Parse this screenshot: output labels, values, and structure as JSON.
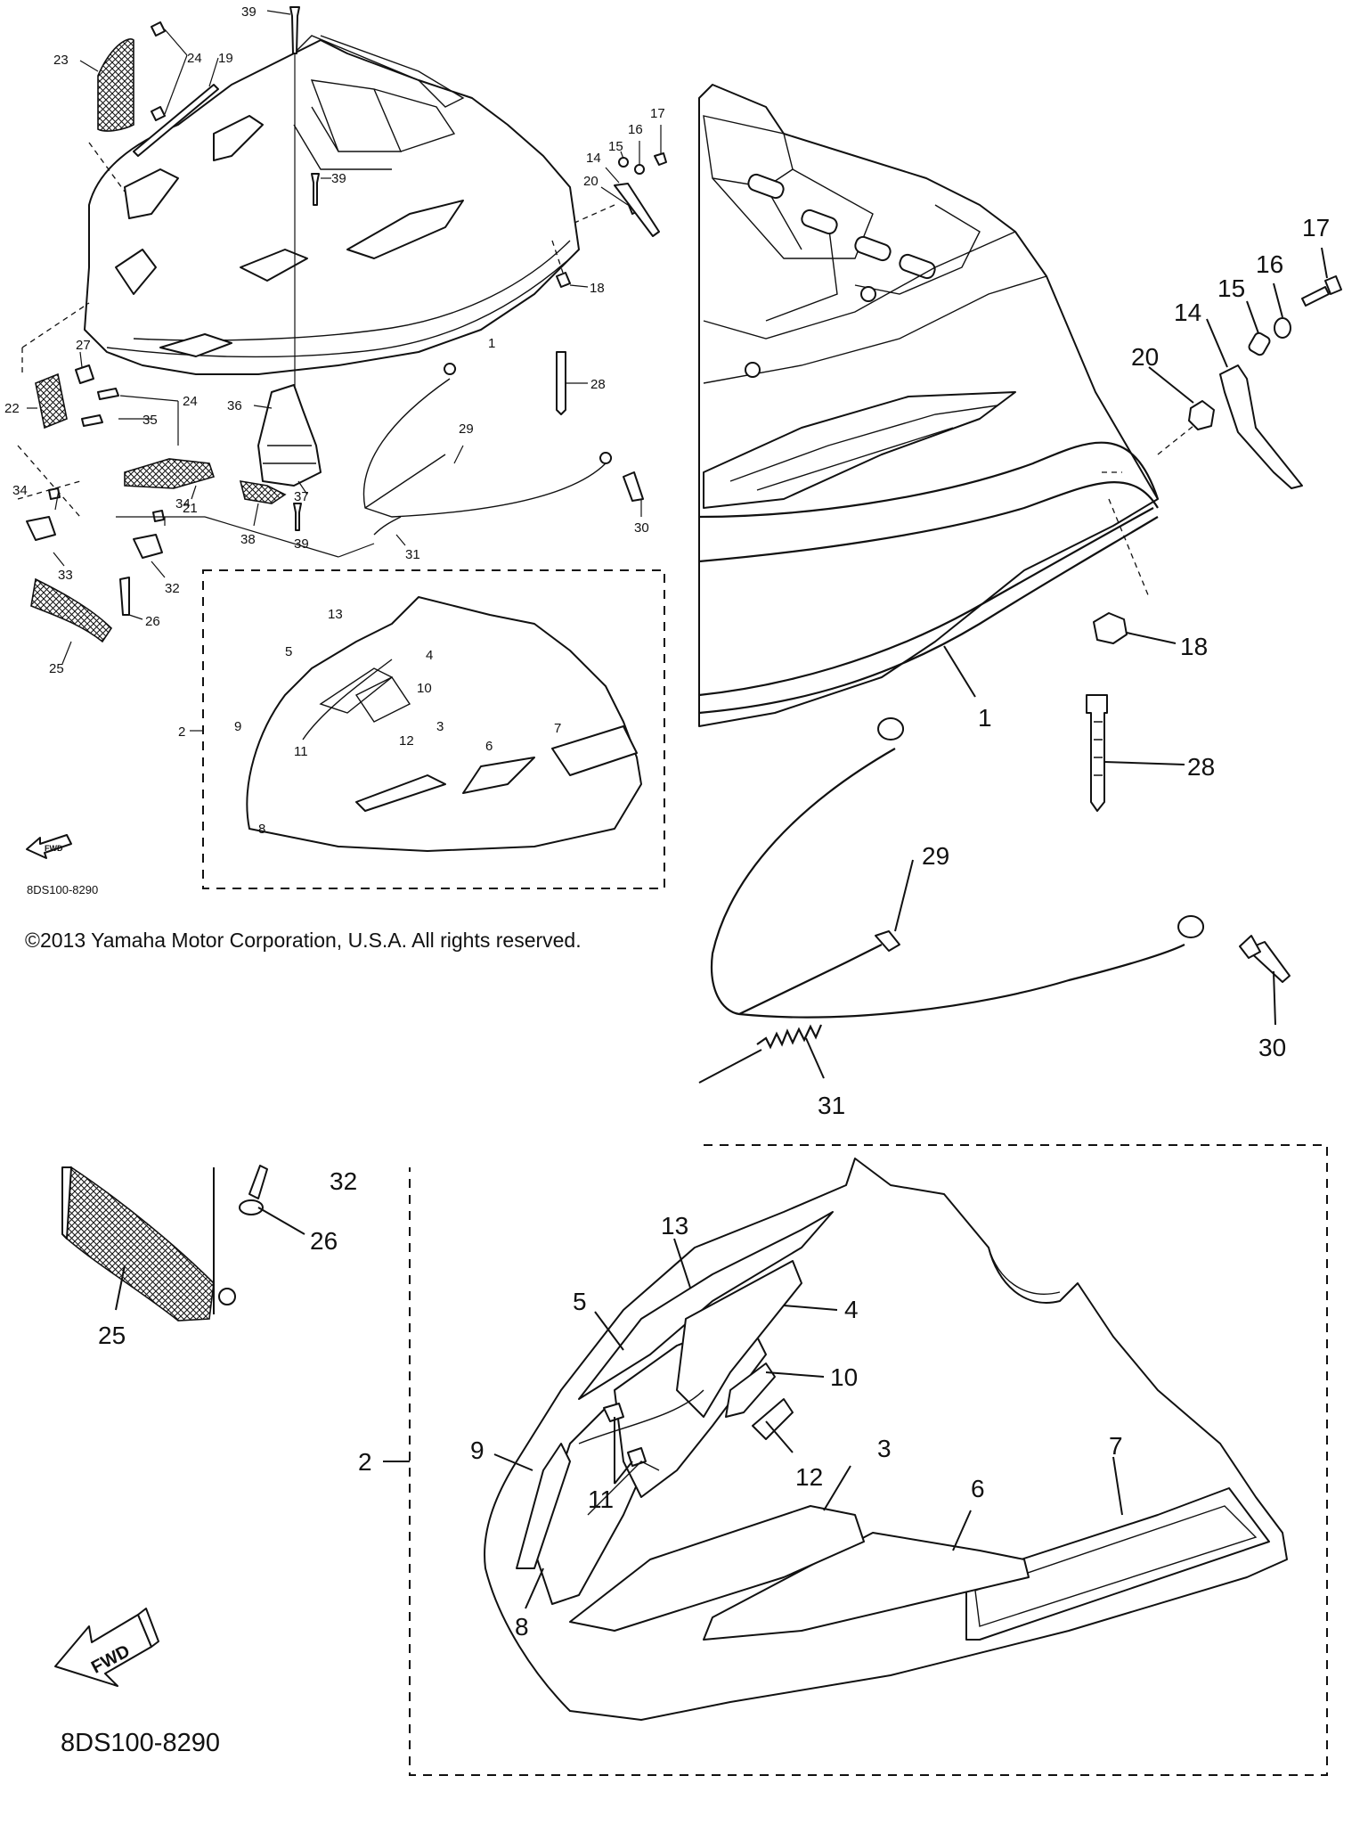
{
  "copyright": "©2013 Yamaha Motor Corporation, U.S.A. All rights reserved.",
  "diagram_code": "8DS100-8290",
  "fwd_label": "FWD",
  "callouts_small": [
    "39",
    "23",
    "24",
    "19",
    "39",
    "20",
    "14",
    "15",
    "16",
    "17",
    "18",
    "1",
    "28",
    "27",
    "22",
    "35",
    "24",
    "36",
    "34",
    "21",
    "37",
    "33",
    "34",
    "32",
    "38",
    "39",
    "29",
    "30",
    "31",
    "26",
    "25",
    "13",
    "5",
    "4",
    "10",
    "2",
    "9",
    "11",
    "12",
    "3",
    "6",
    "7",
    "8"
  ],
  "callouts_large": [
    "17",
    "16",
    "15",
    "14",
    "20",
    "18",
    "1",
    "28",
    "29",
    "30",
    "31",
    "32",
    "26",
    "25",
    "13",
    "5",
    "4",
    "10",
    "2",
    "9",
    "11",
    "12",
    "3",
    "6",
    "7",
    "8"
  ]
}
